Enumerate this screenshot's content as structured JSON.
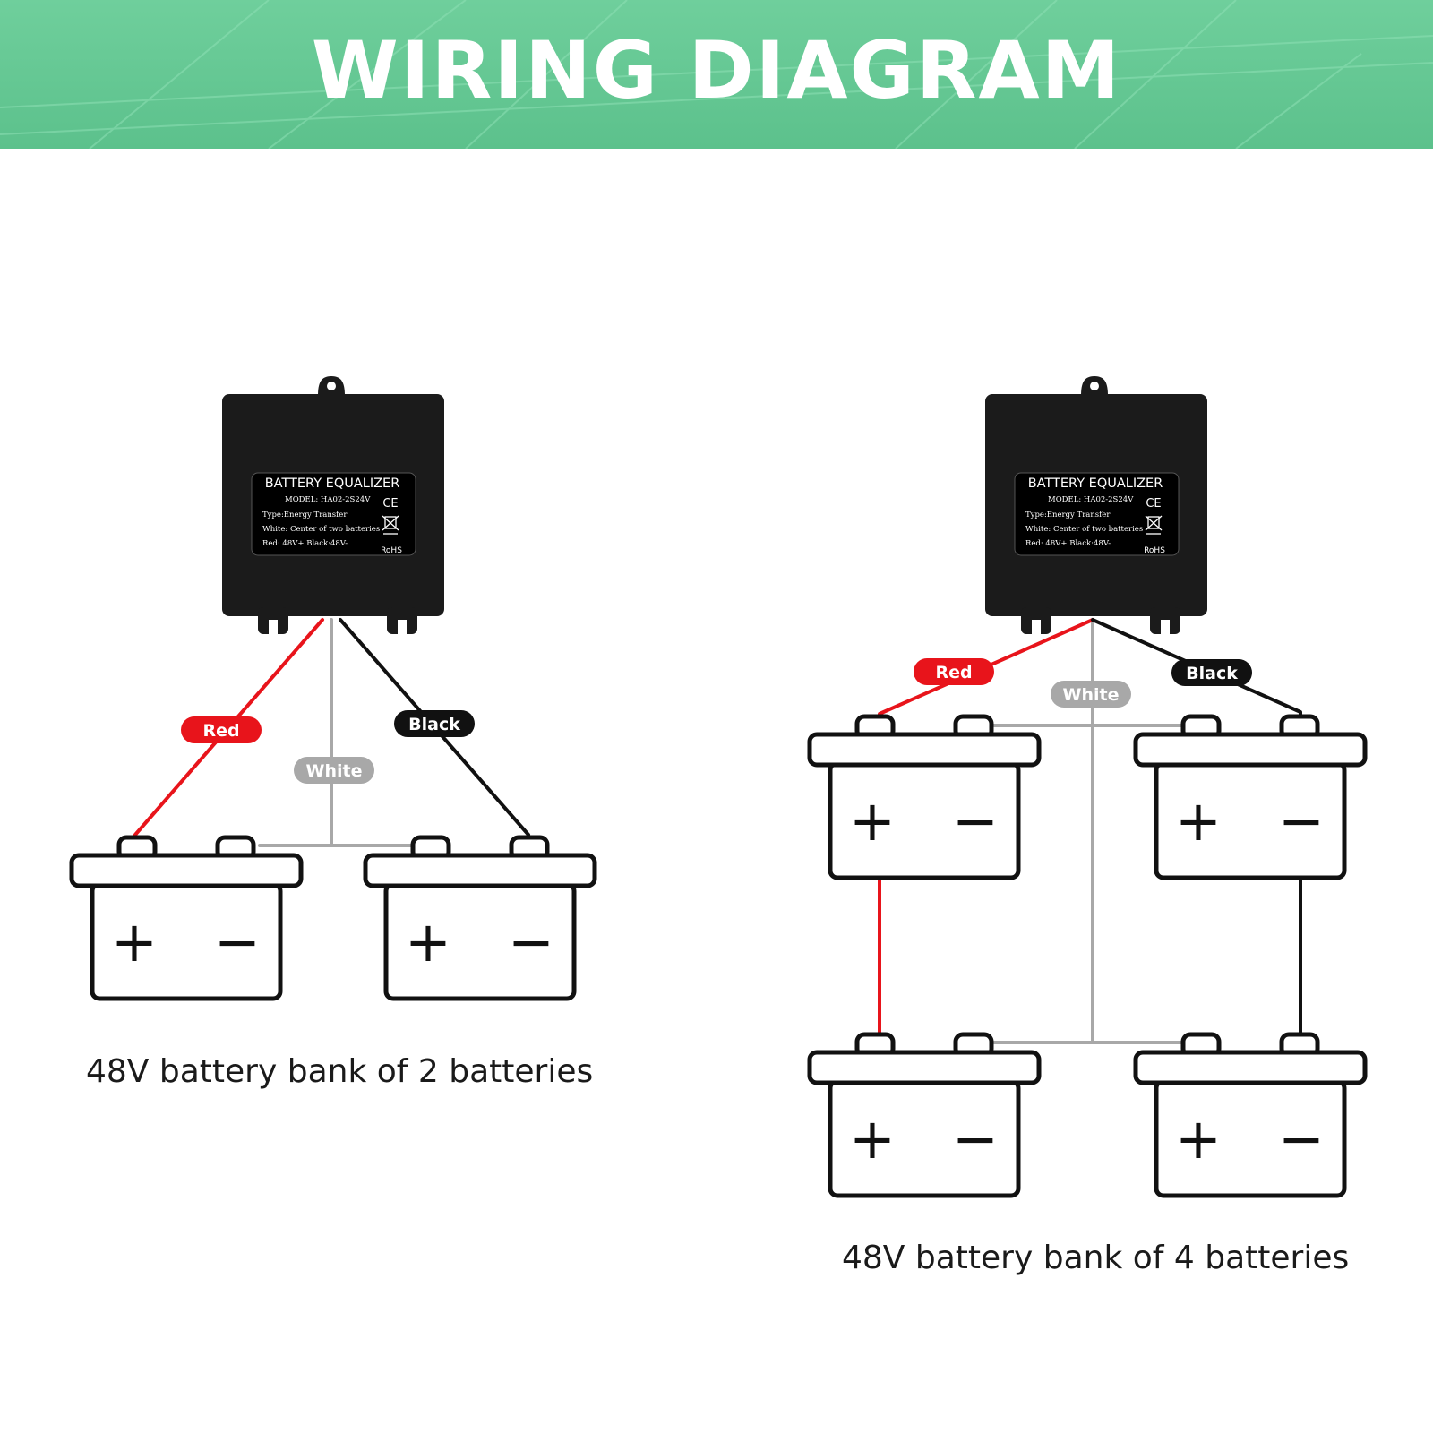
{
  "header": {
    "title": "WIRING DIAGRAM"
  },
  "device_label": {
    "name": "BATTERY EQUALIZER",
    "model": "MODEL: HA02-2S24V",
    "type": "Type:Energy Transfer",
    "white_note": "White: Center of two batteries",
    "red_black_note": "Red: 48V+   Black:48V-",
    "ce_mark": "CE",
    "rohs": "RoHS"
  },
  "wires": {
    "red": "Red",
    "white": "White",
    "black": "Black"
  },
  "battery_symbols": {
    "plus": "+",
    "minus": "−"
  },
  "captions": {
    "two_batteries": "48V battery bank of 2 batteries",
    "four_batteries": "48V battery bank of 4 batteries"
  },
  "colors": {
    "banner": "#5cc18c",
    "red_wire": "#e8141b",
    "white_wire": "#a8a8a8",
    "black_wire": "#111111",
    "device": "#1b1b1b"
  }
}
